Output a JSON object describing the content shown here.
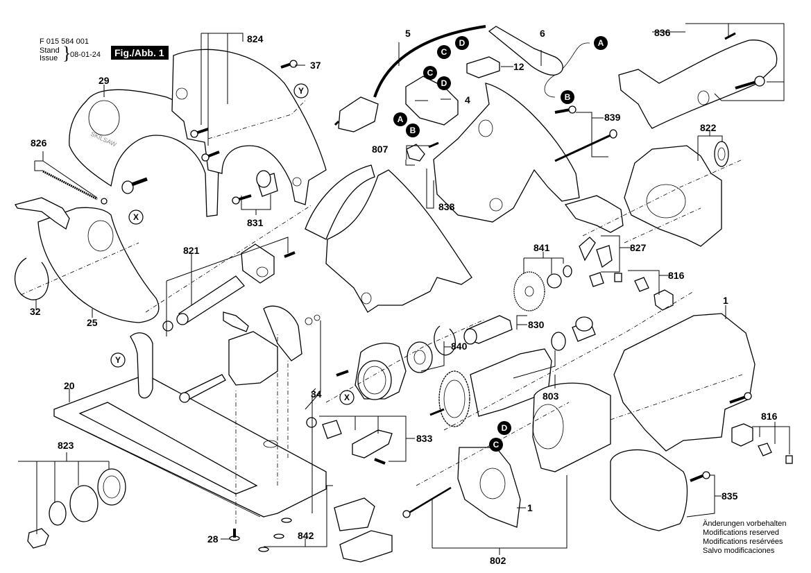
{
  "header": {
    "part_number": "F 015 584 001",
    "stand_label": "Stand",
    "issue_label": "Issue",
    "date": "08-01-24",
    "figure_label": "Fig./Abb. 1"
  },
  "footer": {
    "lines": [
      "Änderungen vorbehalten",
      "Modifications reserved",
      "Modifications resérvées",
      "Salvo modificaciones"
    ]
  },
  "callouts": {
    "p1_housing": "1",
    "p1_endplate": "1",
    "p4": "4",
    "p5": "5",
    "p6": "6",
    "p12": "12",
    "p20": "20",
    "p25": "25",
    "p28": "28",
    "p29": "29",
    "p32": "32",
    "p34": "34",
    "p37": "37",
    "p802": "802",
    "p803": "803",
    "p807": "807",
    "p816_top": "816",
    "p816_bottom": "816",
    "p821": "821",
    "p822": "822",
    "p823": "823",
    "p824": "824",
    "p826": "826",
    "p827": "827",
    "p830": "830",
    "p831": "831",
    "p833": "833",
    "p835": "835",
    "p836": "836",
    "p838": "838",
    "p839": "839",
    "p840": "840",
    "p841": "841",
    "p842": "842"
  },
  "connectors": {
    "A": "A",
    "B": "B",
    "C": "C",
    "D": "D",
    "X": "X",
    "Y": "Y"
  },
  "decal_text": "SKILSAW"
}
